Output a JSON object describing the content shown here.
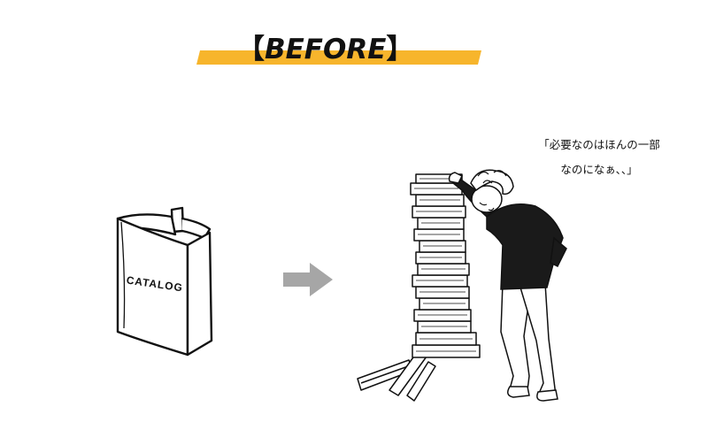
{
  "header": {
    "bracket_open": "【",
    "title": "BEFORE",
    "bracket_close": "】"
  },
  "catalog": {
    "label": "CATALOG"
  },
  "speech": {
    "line1": "「必要なのはほんの一部",
    "line2": "なのになぁ、、」"
  },
  "colors": {
    "accent": "#f7b52c",
    "arrow": "#a6a6a6",
    "ink": "#111111"
  }
}
